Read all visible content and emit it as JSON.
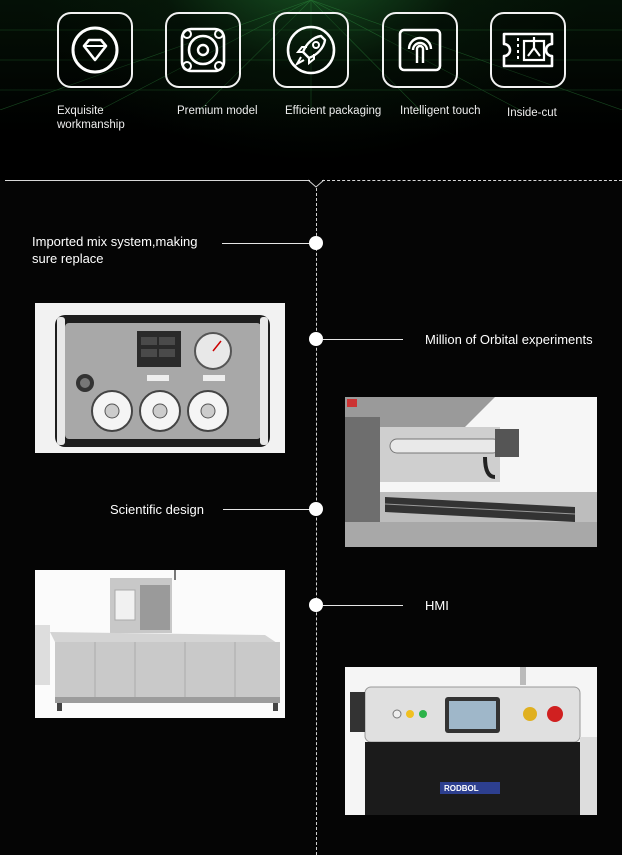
{
  "features": [
    {
      "label": "Exquisite workmanship",
      "icon": "diamond-icon"
    },
    {
      "label": "Premium model",
      "icon": "speaker-icon"
    },
    {
      "label": "Efficient packaging",
      "icon": "rocket-icon"
    },
    {
      "label": "Intelligent touch",
      "icon": "touch-icon"
    },
    {
      "label": "Inside-cut",
      "icon": "ticket-icon"
    }
  ],
  "timeline": [
    {
      "label": "Imported mix system,making sure replace"
    },
    {
      "label": "Million of Orbital experiments"
    },
    {
      "label": "Scientific design"
    },
    {
      "label": "HMI"
    }
  ],
  "photos": [
    {
      "subject": "control-panel-photo"
    },
    {
      "subject": "sealing-head-photo"
    },
    {
      "subject": "packaging-machine-photo"
    },
    {
      "subject": "hmi-panel-photo"
    }
  ],
  "photo_text": {
    "hmi_brand": "RODBOL"
  },
  "colors": {
    "background": "#050505",
    "hero_glow": "#2a8c3c",
    "line": "#e6e6e6"
  }
}
